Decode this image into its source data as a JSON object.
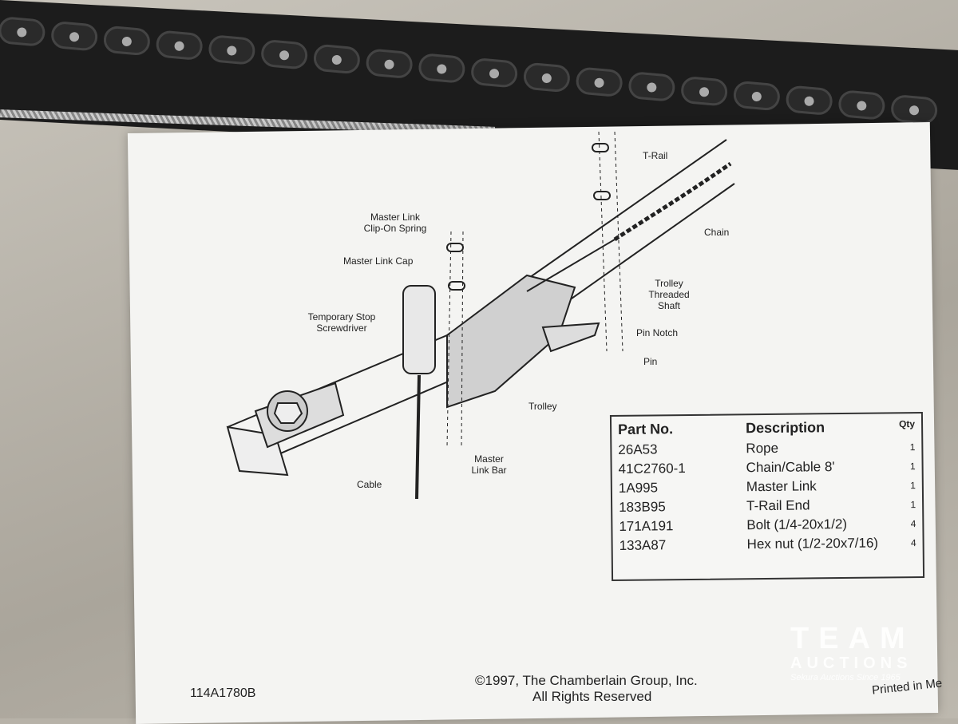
{
  "diagram_labels": {
    "t_rail": "T-Rail",
    "chain": "Chain",
    "master_link_spring": "Master Link Clip-On Spring",
    "master_link_cap": "Master Link Cap",
    "screwdriver": "Temporary Stop Screwdriver",
    "trolley_shaft": "Trolley Threaded Shaft",
    "pin_notch": "Pin Notch",
    "pin": "Pin",
    "trolley": "Trolley",
    "master_link_bar": "Master Link Bar",
    "cable": "Cable"
  },
  "parts_table": {
    "headers": {
      "part_no": "Part No.",
      "description": "Description",
      "qty": "Qty"
    },
    "rows": [
      {
        "part_no": "26A53",
        "description": "Rope",
        "qty": "1"
      },
      {
        "part_no": "41C2760-1",
        "description": "Chain/Cable 8'",
        "qty": "1"
      },
      {
        "part_no": "1A995",
        "description": "Master Link",
        "qty": "1"
      },
      {
        "part_no": "183B95",
        "description": "T-Rail End",
        "qty": "1"
      },
      {
        "part_no": "171A191",
        "description": "Bolt (1/4-20x1/2)",
        "qty": "4"
      },
      {
        "part_no": "133A87",
        "description": "Hex nut (1/2-20x7/16)",
        "qty": "4"
      }
    ]
  },
  "footer": {
    "doc_number": "114A1780B",
    "copyright": "©1997, The Chamberlain Group, Inc.",
    "rights": "All Rights Reserved",
    "printed": "Printed in Me"
  },
  "watermark": {
    "line1": "TEAM",
    "line2": "AUCTIONS",
    "line3": "Sekura Auctions Since 1965"
  }
}
